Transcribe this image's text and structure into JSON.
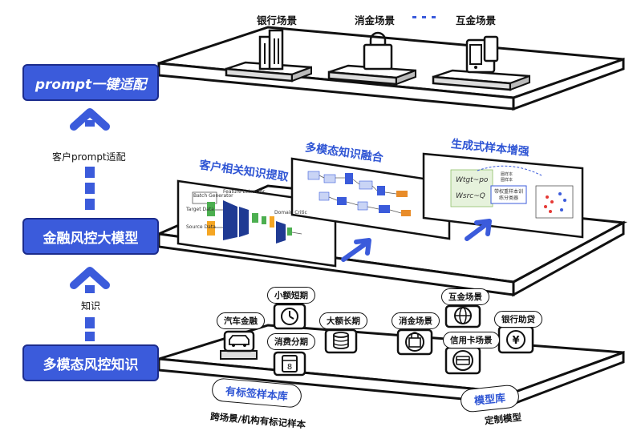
{
  "left_boxes": {
    "prompt_adapt": "prompt一键适配",
    "big_model": "金融风控大模型",
    "knowledge": "多模态风控知识"
  },
  "arrow_labels": {
    "upper": "客户prompt适配",
    "lower": "知识"
  },
  "top_layer": {
    "scenes": [
      "银行场景",
      "消金场景",
      "互金场景"
    ]
  },
  "middle_layer": {
    "panels": [
      "客户相关知识提取",
      "多模态知识融合",
      "生成式样本增强"
    ],
    "panel1_inner": [
      "Batch Generator",
      "Feature Extractor",
      "Target Data",
      "Source Data",
      "Domain Critic"
    ],
    "panel3_inner": {
      "formula_top": "Wtgt~po",
      "formula_bottom": "Wsrc~Q",
      "legend_1": "圈样本",
      "legend_2": "圈样本",
      "box": "带权重样本训练分类器"
    }
  },
  "bottom_layer": {
    "tags": [
      "汽车金融",
      "小额短期",
      "消费分期",
      "大额长期",
      "消金场景",
      "互金场景",
      "信用卡场景",
      "银行助贷"
    ],
    "ribbon_left": "有标签样本库",
    "ribbon_right": "模型库",
    "caption_left": "跨场景/机构有标记样本",
    "caption_right": "定制模型"
  },
  "colors": {
    "accent_blue": "#3b5bdb",
    "title_blue": "#2f55d4",
    "dark": "#111111",
    "green": "#4caf50",
    "orange": "#f5a623",
    "navy": "#1f3a93"
  }
}
